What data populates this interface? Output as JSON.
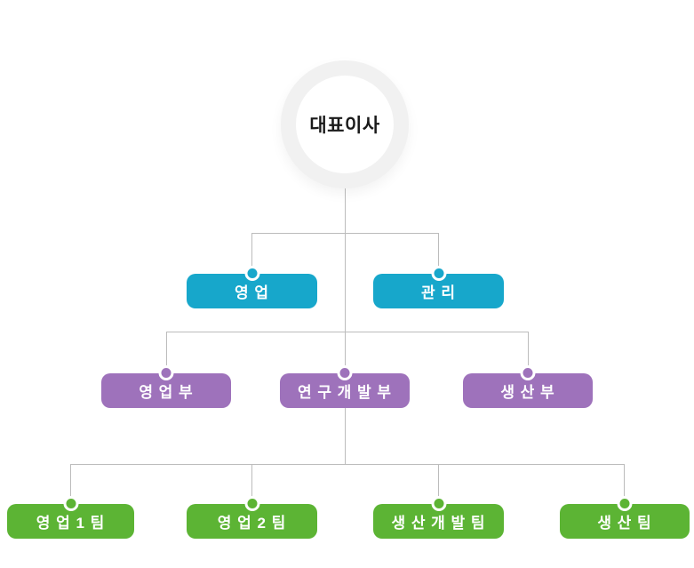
{
  "chart_title": "organization-chart",
  "root": {
    "label": "대표이사"
  },
  "levels": [
    {
      "name": "division",
      "color": "#17a7cb",
      "nodes": [
        {
          "label": "영 업"
        },
        {
          "label": "관 리"
        }
      ]
    },
    {
      "name": "department",
      "color": "#9e72bb",
      "nodes": [
        {
          "label": "영 업 부"
        },
        {
          "label": "연 구 개 발 부"
        },
        {
          "label": "생 산 부"
        }
      ]
    },
    {
      "name": "team",
      "color": "#5cb434",
      "nodes": [
        {
          "label": "영 업 1 팀"
        },
        {
          "label": "영 업 2 팀"
        },
        {
          "label": "생 산 개 발 팀"
        },
        {
          "label": "생 산 팀"
        }
      ]
    }
  ],
  "colors": {
    "background": "#ffffff",
    "connector": "#bcbcbc",
    "root_ring": "#f1f1f1",
    "division": "#17a7cb",
    "department": "#9e72bb",
    "team": "#5cb434",
    "node_text": "#ffffff",
    "root_text": "#1a1a1a"
  }
}
